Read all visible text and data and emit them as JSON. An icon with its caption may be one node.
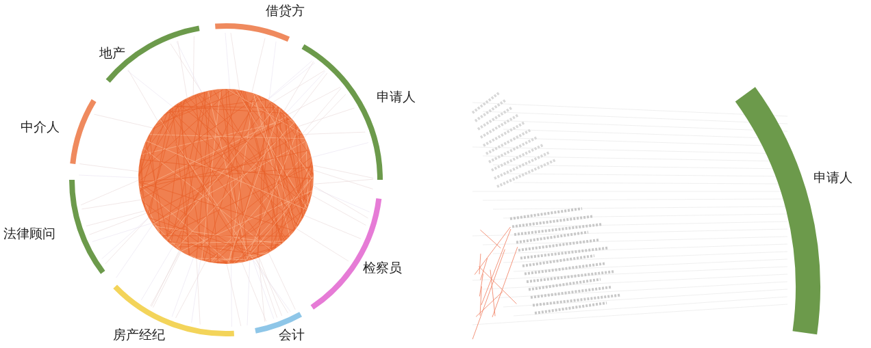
{
  "diagram": {
    "nodes": [
      {
        "text": [
          "借贷方"
        ]
      },
      {
        "text": [
          "申请人"
        ]
      },
      {
        "text": [
          "检察员"
        ]
      },
      {
        "text": [
          "会计"
        ]
      },
      {
        "text": [
          "房产经纪"
        ]
      },
      {
        "text": [
          "法律顾问"
        ]
      },
      {
        "text": [
          "中介人"
        ]
      },
      {
        "text": [
          "地产"
        ]
      },
      {
        "text": [
          "申请人"
        ]
      }
    ]
  }
}
